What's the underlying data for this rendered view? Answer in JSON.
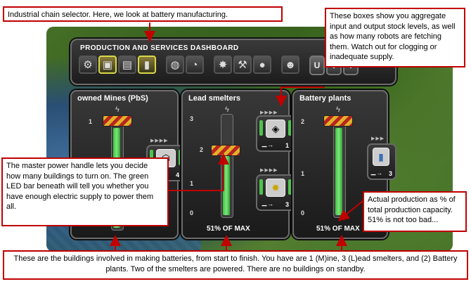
{
  "dashboard": {
    "title": "Production And Services Dashboard",
    "nav_left": "U",
    "nav_mid": "V",
    "nav_right": "I"
  },
  "toolbar_icons": [
    "gear-icon",
    "crate-icon",
    "cargo-icon",
    "battery-icon",
    "barrel-icon",
    "mouse-icon",
    "dynamite-icon",
    "tools-icon",
    "bomb-icon",
    "robot-icon"
  ],
  "panels": {
    "mines": {
      "title": "owned Mines (PbS)",
      "tick_1": "1",
      "box_count": "4",
      "walker": "⚊→"
    },
    "smelters": {
      "title": "Lead smelters",
      "tick_3": "3",
      "tick_2": "2",
      "tick_1": "1",
      "tick_0": "0",
      "pct": "51% OF MAX",
      "box_top_count": "1",
      "box_bottom_count": "3"
    },
    "battery": {
      "title": "Battery plants",
      "tick_2": "2",
      "tick_1": "1",
      "tick_0": "0",
      "pct": "51% OF MAX",
      "box_count": "3"
    }
  },
  "annotations": {
    "chain_selector": "Industrial chain selector. Here, we look at battery manufacturing.",
    "boxes": "These boxes show you aggregate input and output stock levels, as well as how many robots are fetching them. Watch out for clogging or inadequate supply.",
    "power_handle": "The master power handle lets you decide how many buildings to turn on. The green LED bar beneath will tell you whether you have enough electric supply to power them all.",
    "actual_production": "Actual production as % of total production capacity. 51% is not too bad...",
    "buildings": "These are the buildings involved in making batteries, from start to finish. You have are 1 (M)ine, 3 (L)ead smelters, and (2) Battery plants. Two of the smelters are powered. There are no buildings on standby."
  }
}
